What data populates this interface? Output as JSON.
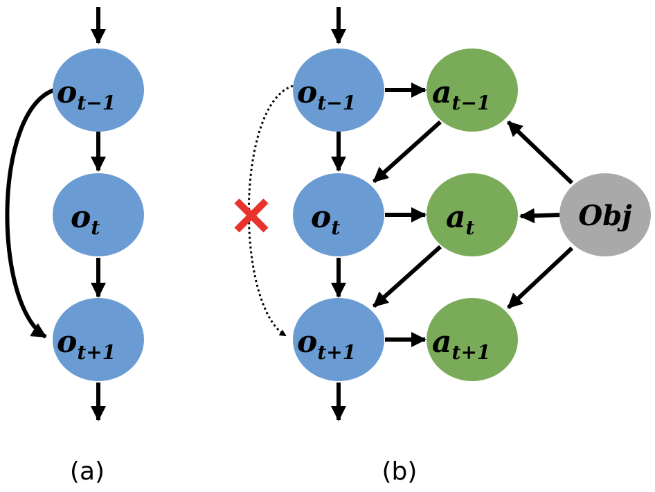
{
  "colors": {
    "o_node": "#6a9bd2",
    "a_node": "#7aab59",
    "obj_node": "#a9a9a9",
    "arrow": "#000000",
    "cross": "#e8322b"
  },
  "panel_a": {
    "caption": "(a)",
    "nodes": [
      {
        "base": "o",
        "sub": "t−1"
      },
      {
        "base": "o",
        "sub": "t"
      },
      {
        "base": "o",
        "sub": "t+1"
      }
    ]
  },
  "panel_b": {
    "caption": "(b)",
    "o_nodes": [
      {
        "base": "o",
        "sub": "t−1"
      },
      {
        "base": "o",
        "sub": "t"
      },
      {
        "base": "o",
        "sub": "t+1"
      }
    ],
    "a_nodes": [
      {
        "base": "a",
        "sub": "t−1"
      },
      {
        "base": "a",
        "sub": "t"
      },
      {
        "base": "a",
        "sub": "t+1"
      }
    ],
    "obj_node": {
      "label": "Obj"
    },
    "removed_edge_marker": "cross-icon"
  }
}
